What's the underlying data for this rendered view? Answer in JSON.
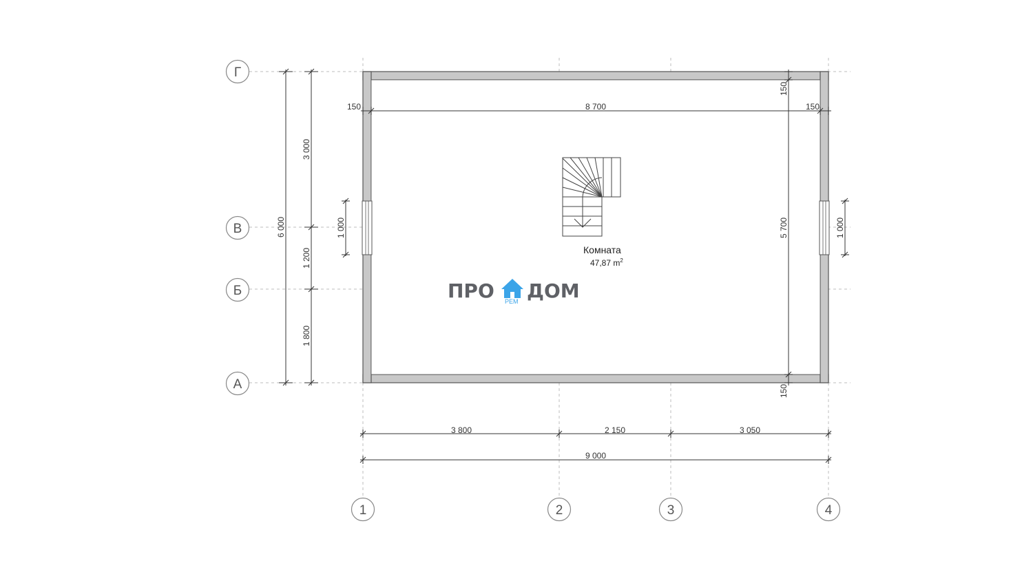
{
  "axes": {
    "rows": [
      {
        "label": "Г"
      },
      {
        "label": "В"
      },
      {
        "label": "Б"
      },
      {
        "label": "А"
      }
    ],
    "cols": [
      {
        "label": "1"
      },
      {
        "label": "2"
      },
      {
        "label": "3"
      },
      {
        "label": "4"
      }
    ]
  },
  "dimensions": {
    "left_total": "6 000",
    "left_segments": [
      "3 000",
      "1 200",
      "1 800"
    ],
    "bottom_segments": [
      "3 800",
      "2 150",
      "3 050"
    ],
    "bottom_total": "9 000",
    "inner_width": "8 700",
    "inner_height": "5 700",
    "wall_left": "150",
    "wall_right": "150",
    "wall_top": "150",
    "wall_bottom": "150",
    "window_left": "1 000",
    "window_right": "1 000"
  },
  "room": {
    "name": "Комната",
    "area": "47,87 m",
    "area_sup": "2"
  },
  "logo": {
    "left": "ПРО",
    "right": "ДОМ",
    "sub": "РЕМ",
    "accent_color": "#3ba4e8"
  },
  "icons": {
    "logo_house": "house-icon",
    "stair_arrow": "arrow-down-icon"
  }
}
